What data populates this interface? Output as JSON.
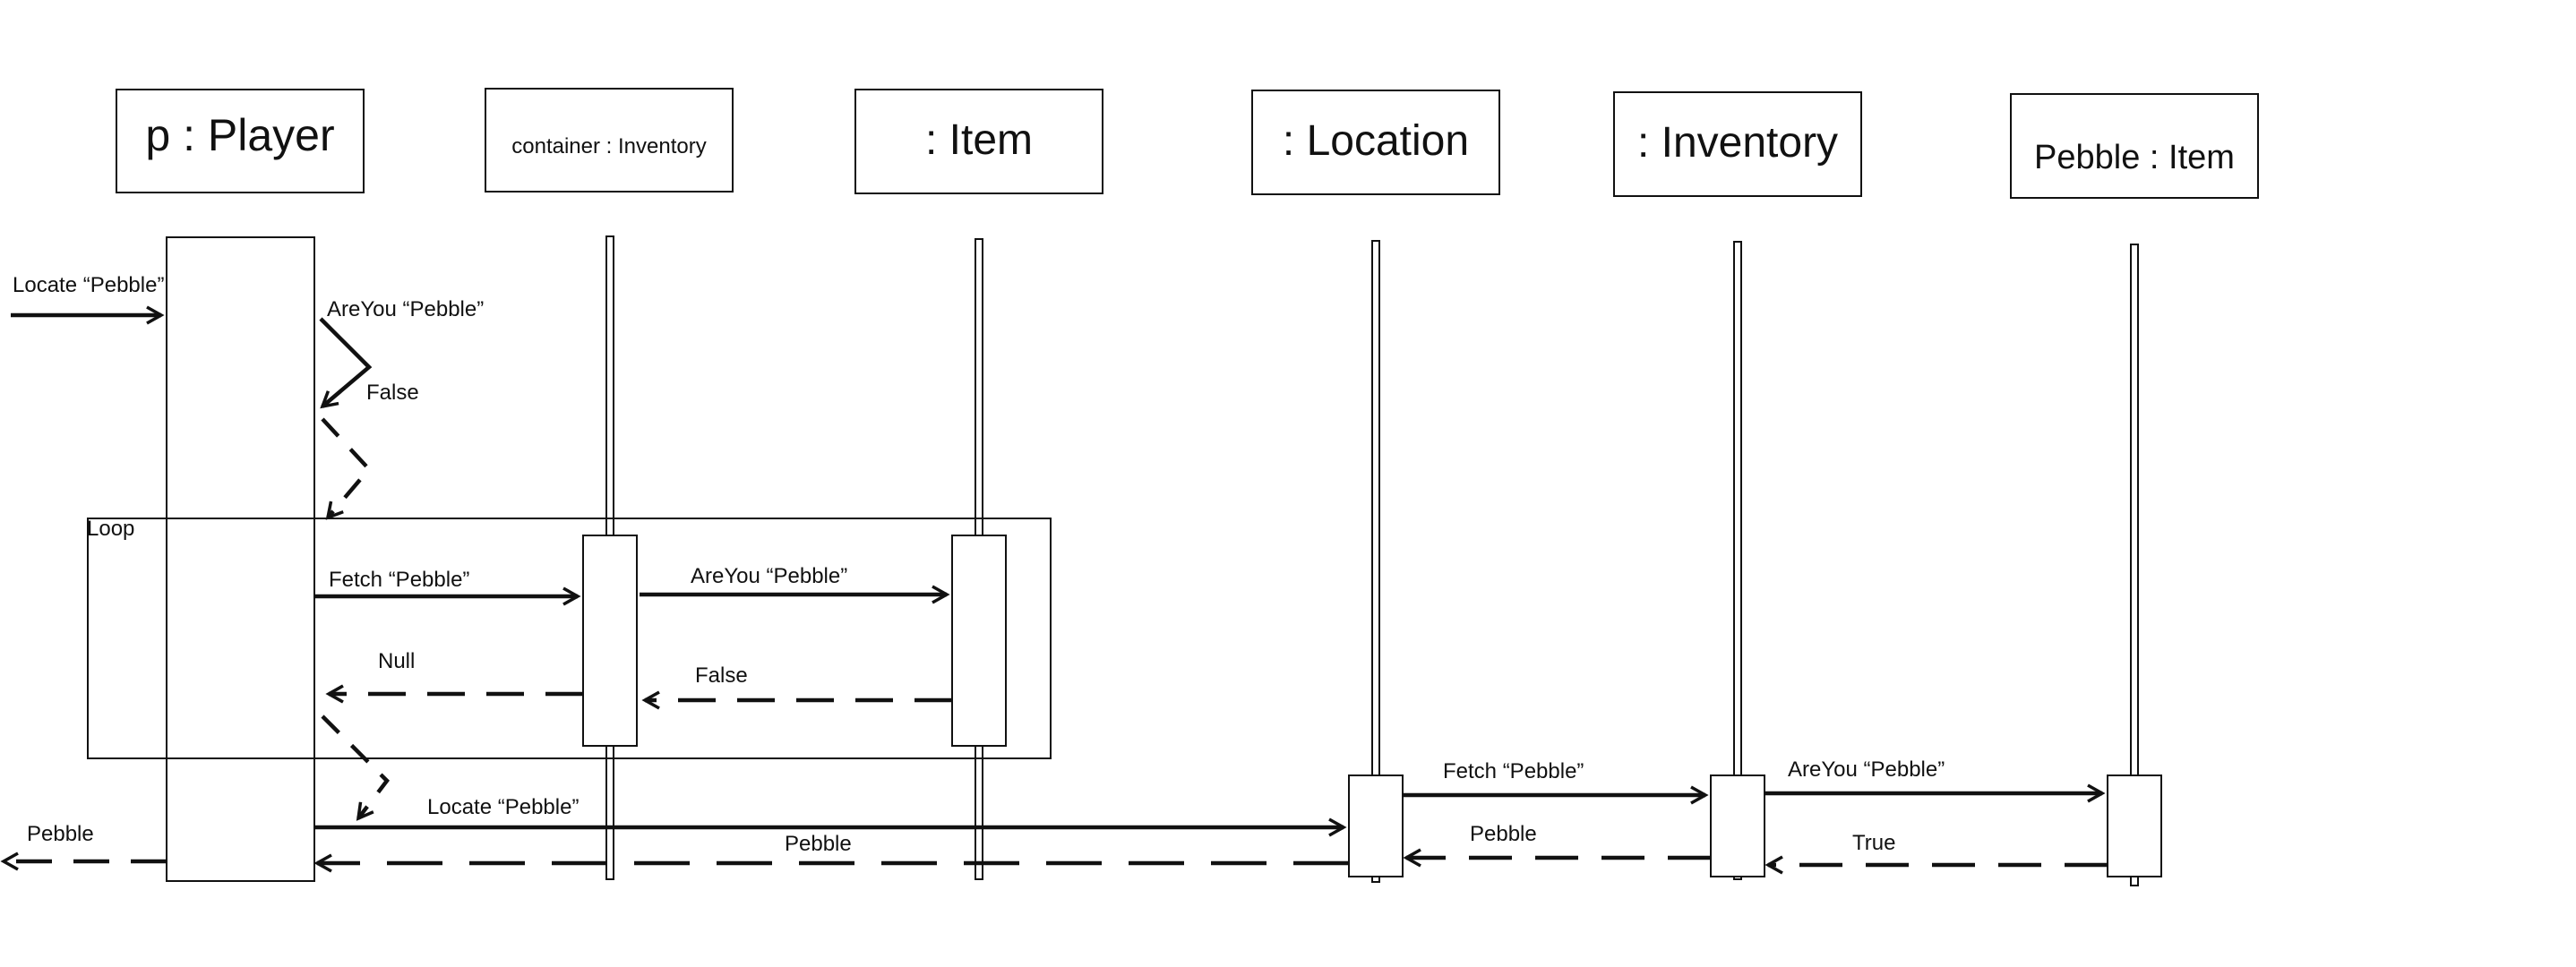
{
  "colors": {
    "ink": "#111111",
    "background": "#ffffff"
  },
  "participants": {
    "player": [
      "p : Player"
    ],
    "container_inventory": [
      "container : Inventory"
    ],
    "item": [
      ": Item"
    ],
    "location": [
      ": Location"
    ],
    "inventory": [
      ": Inventory"
    ],
    "pebble_item": [
      "Pebble : Item"
    ]
  },
  "fragment": {
    "label": "Loop"
  },
  "messages": {
    "locate_in": "Locate “Pebble”",
    "self_areyou": "AreYou “Pebble”",
    "self_false": "False",
    "fetch_container": "Fetch “Pebble”",
    "areyou_item": "AreYou “Pebble”",
    "null_return": "Null",
    "false_return": "False",
    "locate_location": "Locate “Pebble”",
    "pebble_return_player": "Pebble",
    "pebble_out": "Pebble",
    "fetch_inventory": "Fetch “Pebble”",
    "pebble_return_location": "Pebble",
    "areyou_pebble": "AreYou “Pebble”",
    "true_return": "True"
  }
}
